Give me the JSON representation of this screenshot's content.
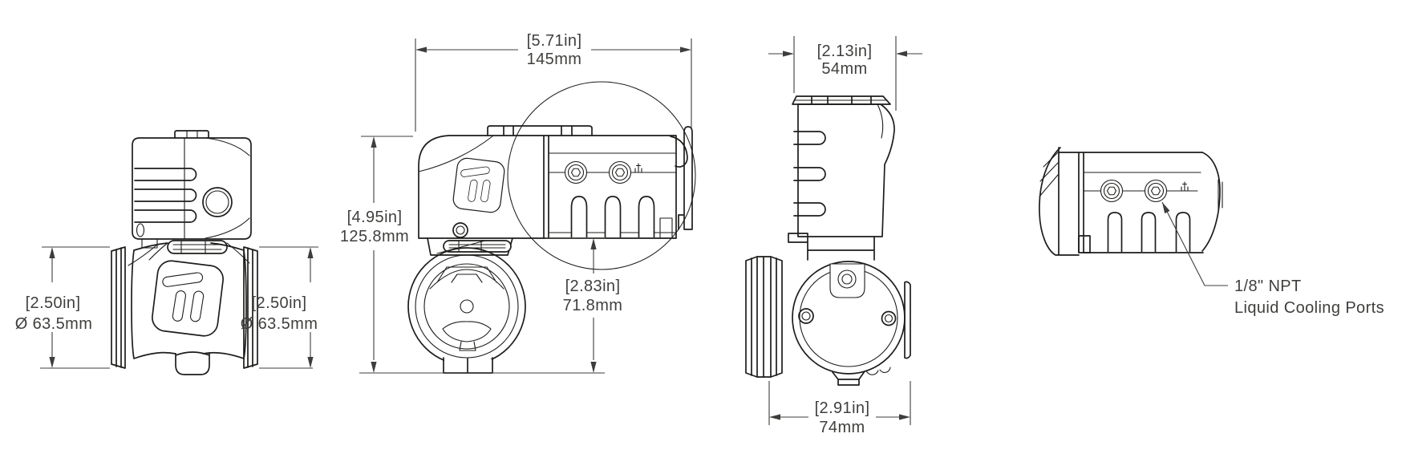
{
  "drawing": {
    "type": "engineering-dimension-drawing",
    "product": "valve-with-actuator",
    "colors": {
      "line": "#1d1d1b",
      "dimension_text": "#3f3f3d",
      "background": "#ffffff"
    }
  },
  "dimensions": {
    "view1_left": {
      "inches": "[2.50in]",
      "metric": "Ø 63.5mm"
    },
    "view1_right": {
      "inches": "[2.50in]",
      "metric": "Ø 63.5mm"
    },
    "view2_width": {
      "inches": "[5.71in]",
      "metric": "145mm"
    },
    "view2_height": {
      "inches": "[4.95in]",
      "metric": "125.8mm"
    },
    "view2_valve_height": {
      "inches": "[2.83in]",
      "metric": "71.8mm"
    },
    "view3_width": {
      "inches": "[2.13in]",
      "metric": "54mm"
    },
    "view3_depth": {
      "inches": "[2.91in]",
      "metric": "74mm"
    }
  },
  "callout": {
    "line1": "1/8\" NPT",
    "line2": "Liquid Cooling Ports"
  }
}
